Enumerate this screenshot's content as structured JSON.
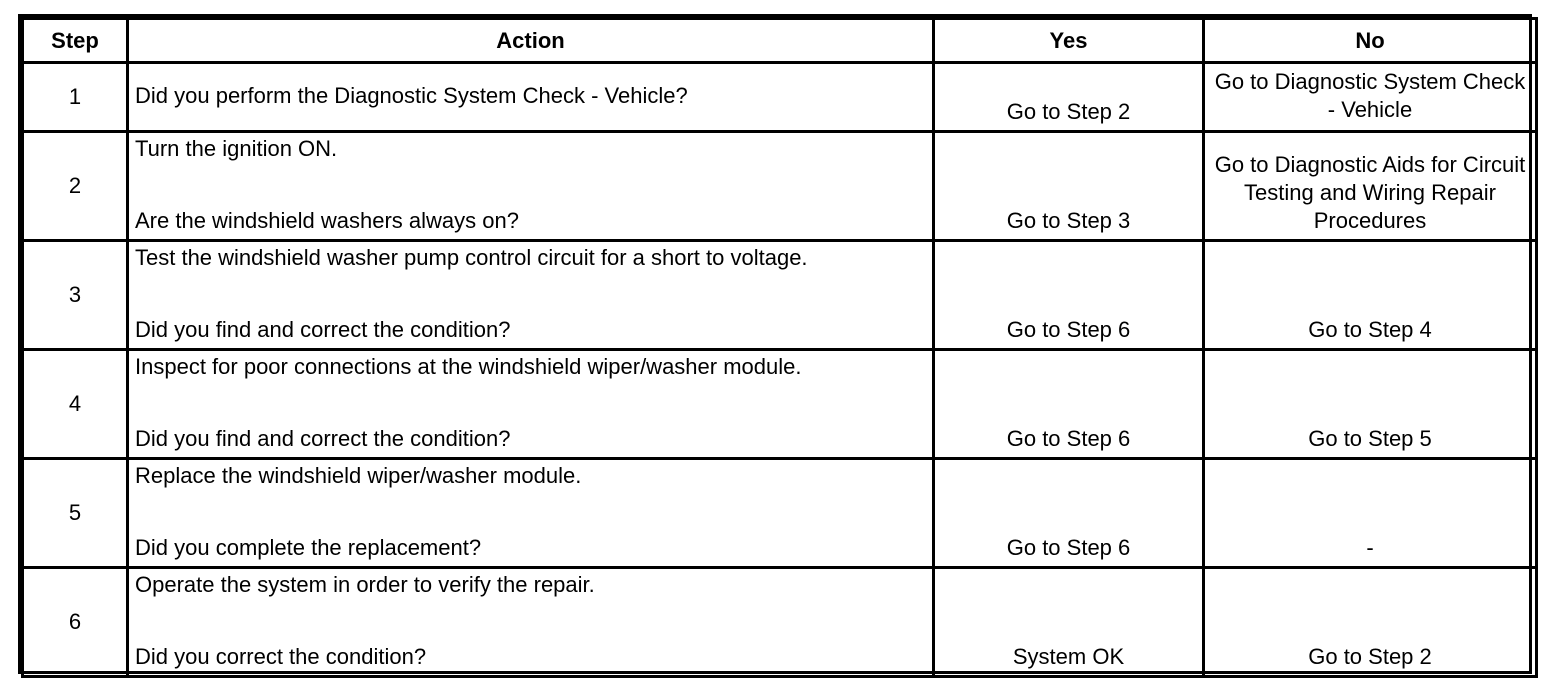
{
  "table": {
    "headers": {
      "step": "Step",
      "action": "Action",
      "yes": "Yes",
      "no": "No"
    },
    "rows": [
      {
        "step": "1",
        "action_instruction": "",
        "action_question": "Did you perform the Diagnostic System Check - Vehicle?",
        "yes": "Go to Step 2",
        "no": "Go to Diagnostic System Check - Vehicle"
      },
      {
        "step": "2",
        "action_instruction": "Turn the ignition ON.",
        "action_question": "Are the windshield washers always on?",
        "yes": "Go to Step 3",
        "no": "Go to Diagnostic Aids for Circuit Testing and Wiring Repair Procedures"
      },
      {
        "step": "3",
        "action_instruction": "Test the windshield washer pump control circuit for a short to voltage.",
        "action_question": "Did you find and correct the condition?",
        "yes": "Go to Step 6",
        "no": "Go to Step 4"
      },
      {
        "step": "4",
        "action_instruction": "Inspect for poor connections at the windshield wiper/washer module.",
        "action_question": "Did you find and correct the condition?",
        "yes": "Go to Step 6",
        "no": "Go to Step 5"
      },
      {
        "step": "5",
        "action_instruction": "Replace the windshield wiper/washer module.",
        "action_question": "Did you complete the replacement?",
        "yes": "Go to Step 6",
        "no": "-"
      },
      {
        "step": "6",
        "action_instruction": "Operate the system in order to verify the repair.",
        "action_question": "Did you correct the condition?",
        "yes": "System OK",
        "no": "Go to Step 2"
      }
    ]
  }
}
